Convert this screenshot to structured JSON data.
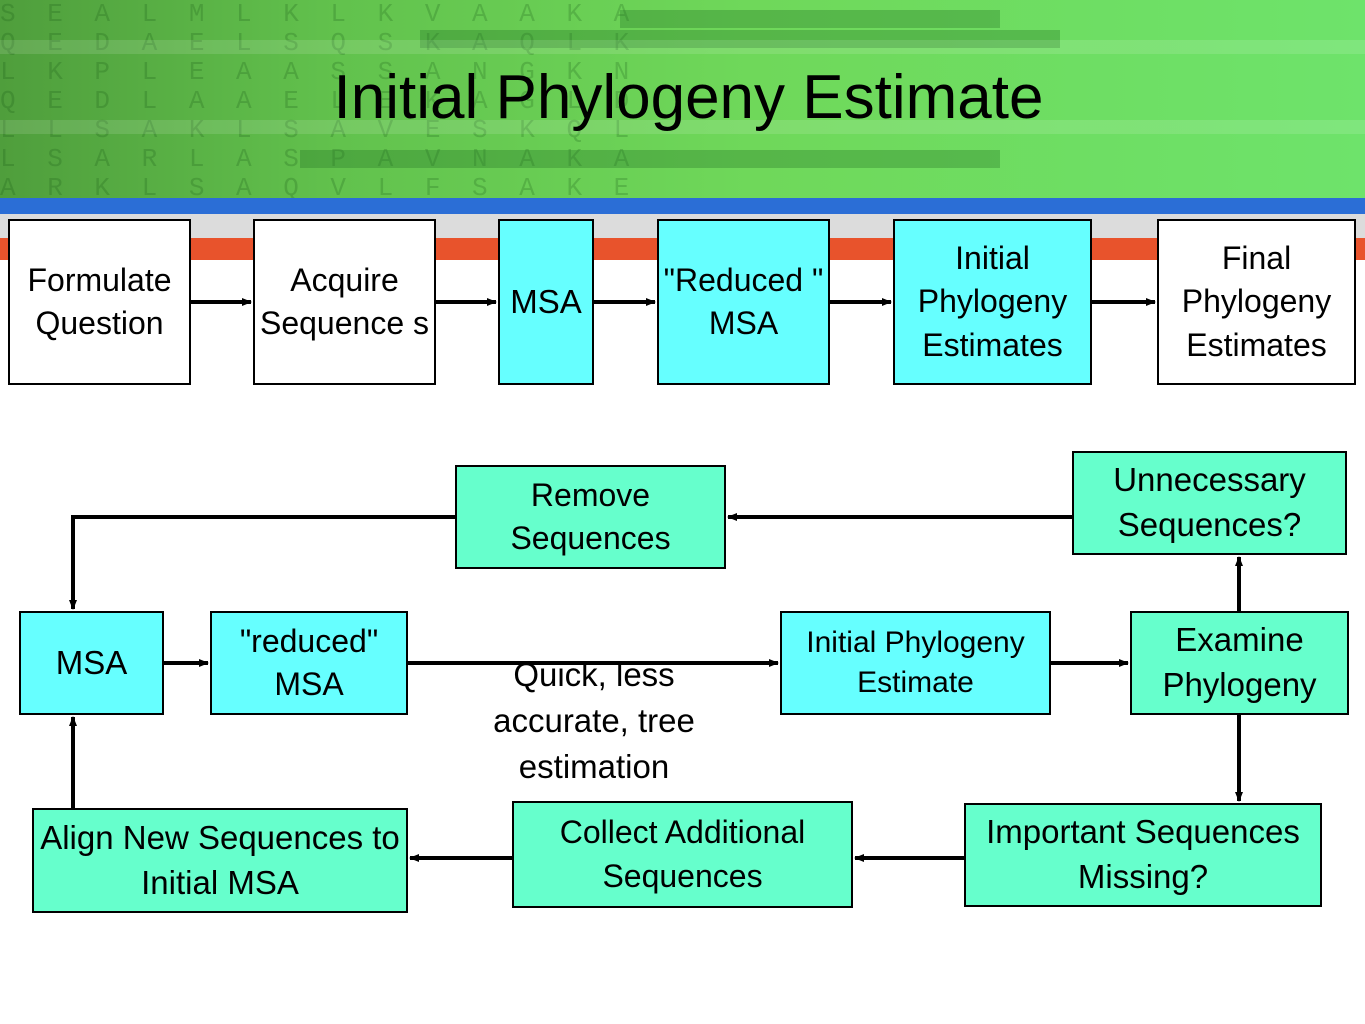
{
  "title": "Initial Phylogeny Estimate",
  "top_row": [
    {
      "id": "formulate",
      "label": "Formulate Question"
    },
    {
      "id": "acquire",
      "label": "Acquire Sequence s"
    },
    {
      "id": "msa",
      "label": "MSA"
    },
    {
      "id": "reduced",
      "label": "\"Reduced \" MSA"
    },
    {
      "id": "initial",
      "label": "Initial Phylogeny Estimates"
    },
    {
      "id": "final",
      "label": "Final Phylogeny Estimates"
    }
  ],
  "flow": {
    "remove": "Remove Sequences",
    "unnecessary": "Unnecessary Sequences?",
    "msa": "MSA",
    "reduced": "\"reduced\" MSA",
    "initial": "Initial Phylogeny Estimate",
    "examine": "Examine Phylogeny",
    "align": "Align New Sequences to Initial MSA",
    "collect": "Collect Additional Sequences",
    "important": "Important Sequences Missing?",
    "quick_label": "Quick, less accurate, tree estimation"
  },
  "colors": {
    "header_green": "#6ee36b",
    "cyan_box": "#66ffff",
    "mint_box": "#66ffcc"
  }
}
